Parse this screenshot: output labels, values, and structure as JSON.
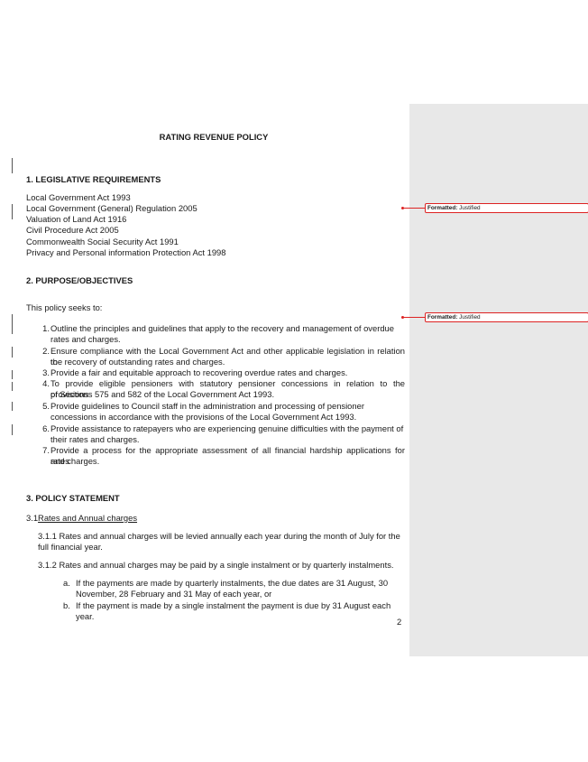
{
  "document": {
    "title": "RATING REVENUE POLICY",
    "page_number": "2",
    "section1": {
      "heading": "1. LEGISLATIVE REQUIREMENTS",
      "acts": [
        "Local Government Act 1993",
        "Local Government (General) Regulation 2005",
        "Valuation of Land Act 1916",
        "Civil Procedure Act 2005",
        "Commonwealth Social Security Act 1991",
        "Privacy and Personal information Protection Act 1998"
      ]
    },
    "section2": {
      "heading": "2. PURPOSE/OBJECTIVES",
      "intro": "This policy seeks to:",
      "items": [
        {
          "num": "1.",
          "line1": "Outline the principles and guidelines that apply to the recovery and management of overdue",
          "line2": "rates and charges."
        },
        {
          "num": "2.",
          "line1": "Ensure compliance with the Local Government Act and other applicable legislation in relation to",
          "line2": "the recovery of outstanding rates and charges."
        },
        {
          "num": "3.",
          "line1": "Provide a fair and equitable approach to recovering overdue rates and charges.",
          "line2": ""
        },
        {
          "num": "4.",
          "line1": "To provide eligible pensioners with statutory pensioner concessions in relation to the provisions",
          "line2": "of Sections 575 and 582 of the Local Government Act 1993."
        },
        {
          "num": "5.",
          "line1": "Provide guidelines to Council staff in the administration and processing of pensioner",
          "line2": "concessions in accordance with the provisions of the Local Government Act 1993."
        },
        {
          "num": "6.",
          "line1": "Provide assistance to ratepayers who are experiencing genuine difficulties with the payment of",
          "line2": "their rates and charges."
        },
        {
          "num": "7.",
          "line1": "Provide a process for the appropriate assessment of all financial hardship applications for rates",
          "line2": "and charges."
        }
      ]
    },
    "section3": {
      "heading": "3. POLICY STATEMENT",
      "sub_num": "3.1",
      "sub_title": "Rates and Annual charges",
      "p1_line1": "3.1.1 Rates and annual charges will be levied annually each year during the month of July for the",
      "p1_line2": "full financial year.",
      "p2": "3.1.2 Rates and annual charges may be paid by a single instalment or by quarterly instalments.",
      "sub_items": [
        {
          "letter": "a.",
          "line1": "If the payments are made by quarterly instalments, the due dates are 31 August, 30",
          "line2": "November, 28 February and 31 May of each year, or"
        },
        {
          "letter": "b.",
          "line1": "If the payment is made by a single instalment the payment is due by 31 August each year.",
          "line2": ""
        }
      ]
    }
  },
  "comments": [
    {
      "label": "Formatted:",
      "value": "Justified"
    },
    {
      "label": "Formatted:",
      "value": "Justified"
    }
  ]
}
